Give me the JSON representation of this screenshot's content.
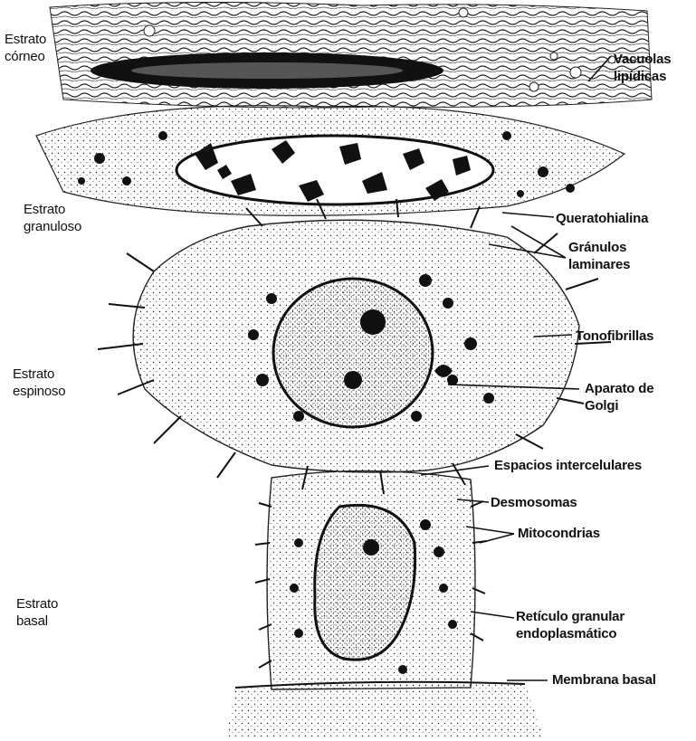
{
  "figure": {
    "ink_color": "#111111",
    "background_color": "#ffffff",
    "left_labels": {
      "corneo": [
        "Estrato",
        "córneo"
      ],
      "granuloso": [
        "Estrato",
        "granuloso"
      ],
      "espinoso": [
        "Estrato",
        "espinoso"
      ],
      "basal": [
        "Estrato",
        "basal"
      ]
    },
    "right_labels": {
      "vacuolas": [
        "Vacuolas",
        "lipídicas"
      ],
      "queratohialina": [
        "Queratohialina"
      ],
      "granulos": [
        "Gránulos",
        "laminares"
      ],
      "tonofibrillas": [
        "Tonofibrillas"
      ],
      "golgi": [
        "Aparato de",
        "Golgi"
      ],
      "espacios": [
        "Espacios intercelulares"
      ],
      "desmosomas": [
        "Desmosomas"
      ],
      "mitocondrias": [
        "Mitocondrias"
      ],
      "reticulo": [
        "Retículo granular",
        "endoplasmático"
      ],
      "membrana": [
        "Membrana basal"
      ]
    }
  }
}
